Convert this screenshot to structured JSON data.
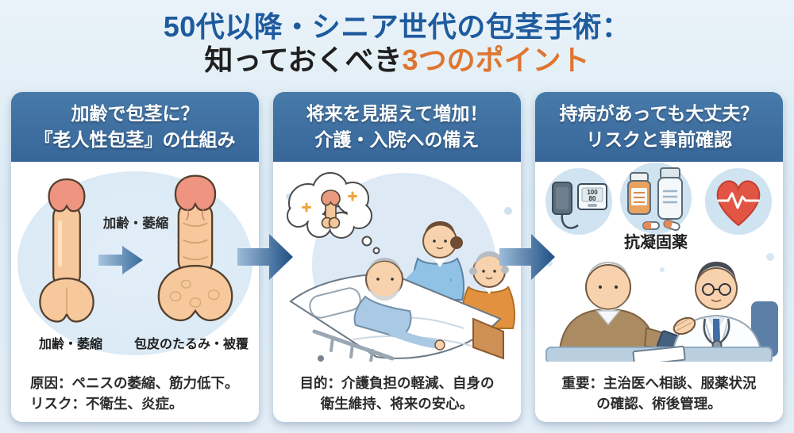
{
  "title": {
    "line1": "50代以降・シニア世代の包茎手術：",
    "line2_black": "知っておくべき",
    "line2_orange": "3つのポイント"
  },
  "colors": {
    "background": "#dcebf5",
    "header_blue": "#3b6d9e",
    "title_blue": "#1e5b9e",
    "accent_orange": "#de7530",
    "arrow_blue": "#2a5d92",
    "heart_red": "#e25544"
  },
  "icons": {
    "flow_arrow": "right-arrow",
    "aging_arrow": "right-arrow",
    "thought_bubble": "cloud-bubble",
    "sparkle": "plus-sparkle",
    "bp_monitor": "blood-pressure-monitor",
    "medicine_bottles": "pill-bottles-and-capsules",
    "heart_ekg": "heart-with-ekg-line"
  },
  "panels": [
    {
      "header_line1": "加齢で包茎に？",
      "header_line2": "『老人性包茎』の仕組み",
      "illustration": {
        "arrow_label": "加齢・萎縮",
        "left_caption": "加齢・萎縮",
        "right_caption": "包皮のたるみ・被覆"
      },
      "caption_line1": "原因：ペニスの萎縮、筋力低下。",
      "caption_line2": "リスク：不衛生、炎症。"
    },
    {
      "header_line1": "将来を見据えて増加！",
      "header_line2": "介護・入院への備え",
      "caption_line1": "目的：介護負担の軽減、自身の",
      "caption_line2": "衛生維持、将来の安心。"
    },
    {
      "header_line1": "持病があっても大丈夫？",
      "header_line2": "リスクと事前確認",
      "illustration": {
        "bp_systolic": "100",
        "bp_diastolic": "80",
        "medication_label": "抗凝固薬"
      },
      "caption_line1": "重要：主治医へ相談、服薬状況",
      "caption_line2": "の確認、術後管理。"
    }
  ]
}
